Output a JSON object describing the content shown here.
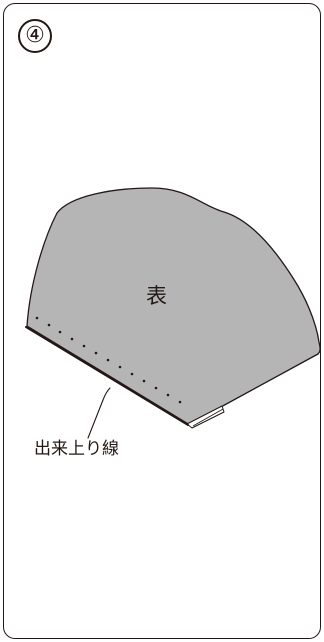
{
  "step": {
    "number": "④"
  },
  "illustration": {
    "face_label": "表",
    "finish_line_label": "出来上り線"
  },
  "colors": {
    "outline": "#231815",
    "fabric": "#b5b5b6",
    "background": "#ffffff"
  }
}
